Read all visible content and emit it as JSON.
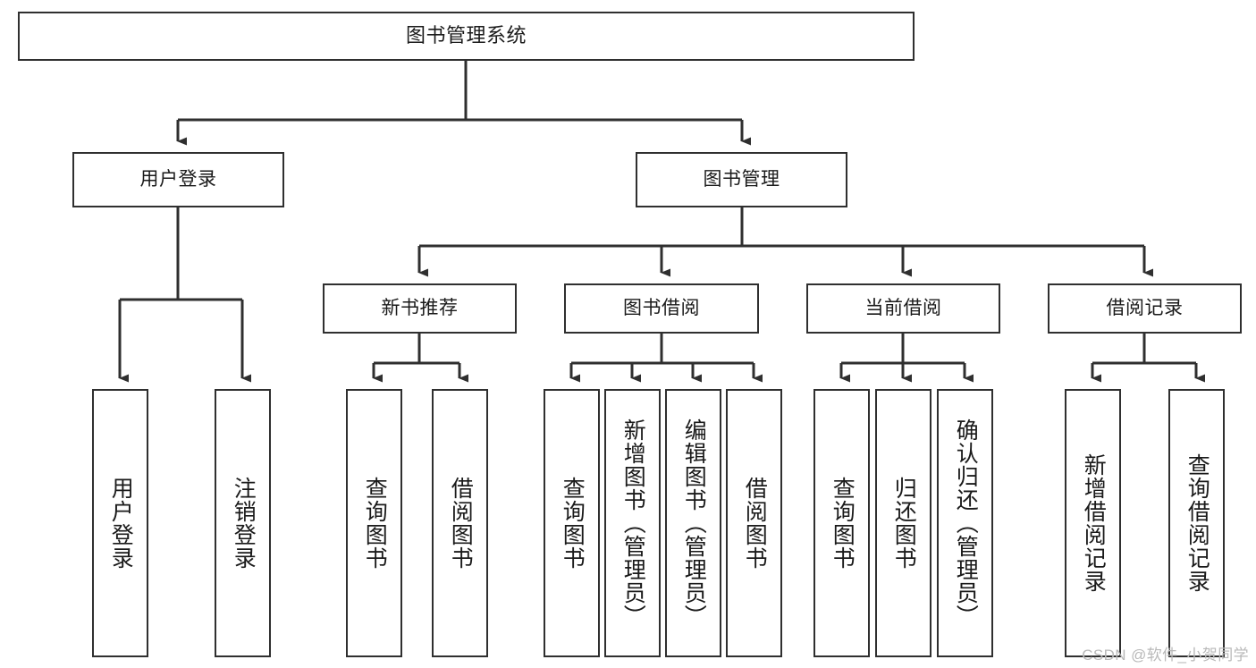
{
  "diagram": {
    "type": "tree-hierarchy-chart",
    "title": "图书管理系统",
    "root": {
      "id": "root",
      "label": "图书管理系统"
    },
    "level2": [
      {
        "id": "user-login",
        "label": "用户登录"
      },
      {
        "id": "book-manage",
        "label": "图书管理"
      }
    ],
    "level3": [
      {
        "id": "new-book-recommend",
        "label": "新书推荐",
        "parent": "book-manage"
      },
      {
        "id": "book-borrow",
        "label": "图书借阅",
        "parent": "book-manage"
      },
      {
        "id": "current-borrow",
        "label": "当前借阅",
        "parent": "book-manage"
      },
      {
        "id": "borrow-record",
        "label": "借阅记录",
        "parent": "book-manage"
      }
    ],
    "leaves": [
      {
        "id": "leaf-user-login",
        "label": "用户登录",
        "parent": "user-login"
      },
      {
        "id": "leaf-logout-login",
        "label": "注销登录",
        "parent": "user-login"
      },
      {
        "id": "leaf-query-book-1",
        "label": "查询图书",
        "parent": "new-book-recommend"
      },
      {
        "id": "leaf-borrow-book-1",
        "label": "借阅图书",
        "parent": "new-book-recommend"
      },
      {
        "id": "leaf-query-book-2",
        "label": "查询图书",
        "parent": "book-borrow"
      },
      {
        "id": "leaf-add-book",
        "label": "新增图书（管理员）",
        "parent": "book-borrow"
      },
      {
        "id": "leaf-edit-book",
        "label": "编辑图书（管理员）",
        "parent": "book-borrow"
      },
      {
        "id": "leaf-borrow-book-2",
        "label": "借阅图书",
        "parent": "book-borrow"
      },
      {
        "id": "leaf-query-book-3",
        "label": "查询图书",
        "parent": "current-borrow"
      },
      {
        "id": "leaf-return-book",
        "label": "归还图书",
        "parent": "current-borrow"
      },
      {
        "id": "leaf-confirm-return",
        "label": "确认归还（管理员）",
        "parent": "current-borrow"
      },
      {
        "id": "leaf-add-borrow-record",
        "label": "新增借阅记录",
        "parent": "borrow-record"
      },
      {
        "id": "leaf-query-borrow-record",
        "label": "查询借阅记录",
        "parent": "borrow-record"
      }
    ],
    "watermark": "CSDN @软件_小贺同学",
    "colors": {
      "stroke": "#2f2f2f",
      "fill": "#ffffff",
      "text": "#1a1a1a",
      "watermark": "#b9b9b9"
    }
  }
}
